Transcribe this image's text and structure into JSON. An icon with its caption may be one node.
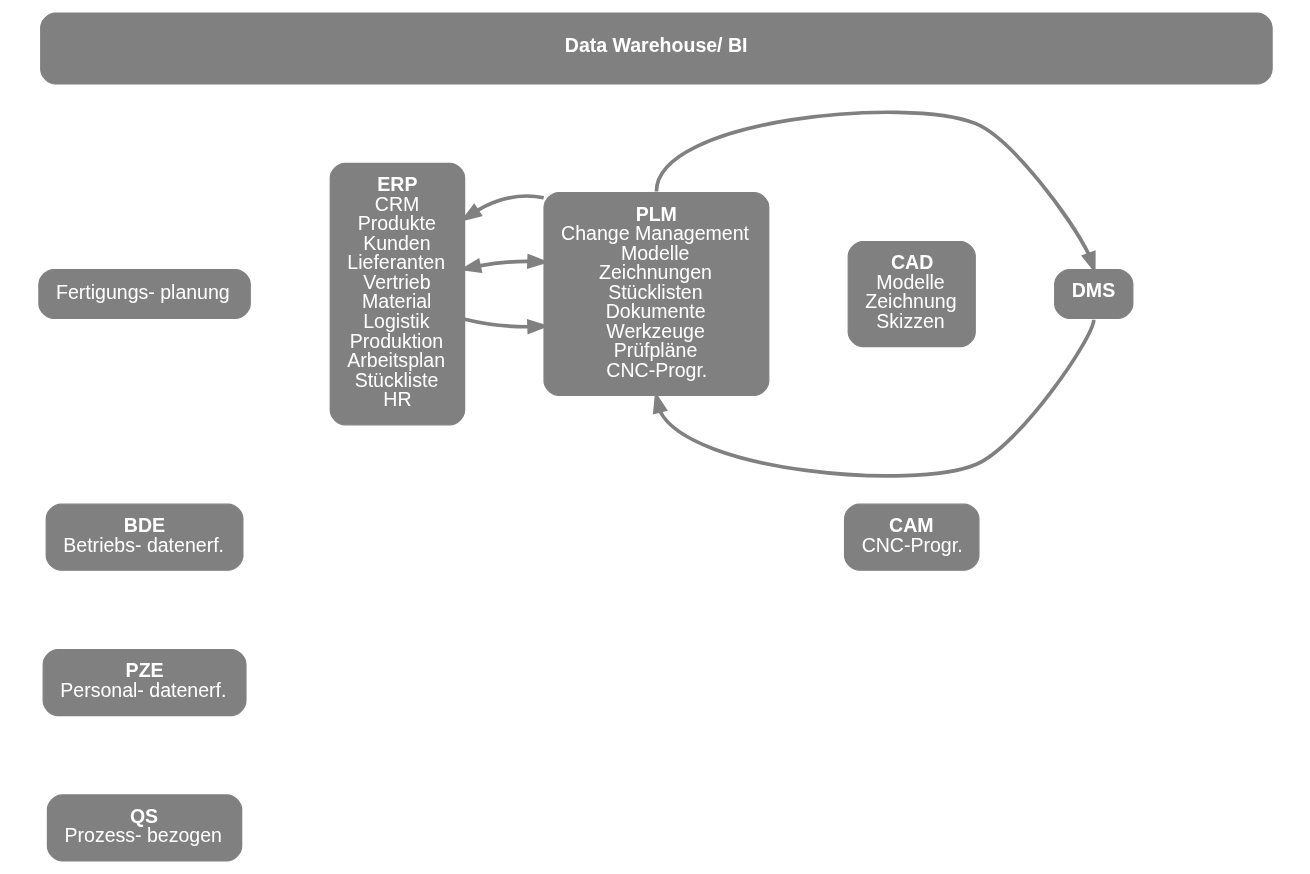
{
  "diagram": {
    "nodes": [
      {
        "text": [
          "Data Warehouse/ BI"
        ]
      },
      {
        "text": [
          "Fertigungs- planung"
        ]
      },
      {
        "text": [
          "BDE",
          "Betriebs- datenerf."
        ]
      },
      {
        "text": [
          "PZE",
          "Personal- datenerf."
        ]
      },
      {
        "text": [
          "QS",
          "Prozess- bezogen"
        ]
      },
      {
        "text": [
          "ERP",
          "CRM",
          "Produkte",
          "Kunden",
          "Lieferanten",
          "Vertrieb",
          "Material",
          "Logistik",
          "Produktion",
          "Arbeitsplan",
          "Stückliste",
          "HR"
        ]
      },
      {
        "text": [
          "PLM",
          "Change Management",
          "Modelle",
          "Zeichnungen",
          "Stücklisten",
          "Dokumente",
          "Werkzeuge",
          "Prüfpläne",
          "CNC-Progr."
        ]
      },
      {
        "text": [
          "CAD",
          "Modelle",
          "Zeichnung",
          "Skizzen"
        ]
      },
      {
        "text": [
          "CAM",
          "CNC-Progr."
        ]
      },
      {
        "text": [
          "DMS"
        ]
      }
    ],
    "edges": [
      {
        "from": 5,
        "to": 6,
        "arrow": "to"
      },
      {
        "from": 6,
        "to": 9,
        "arrow": "to"
      },
      {
        "from": 5,
        "to": 6,
        "arrow": "both"
      },
      {
        "from": 6,
        "to": 5,
        "arrow": "to"
      },
      {
        "from": 9,
        "to": 6,
        "arrow": "to"
      }
    ]
  }
}
